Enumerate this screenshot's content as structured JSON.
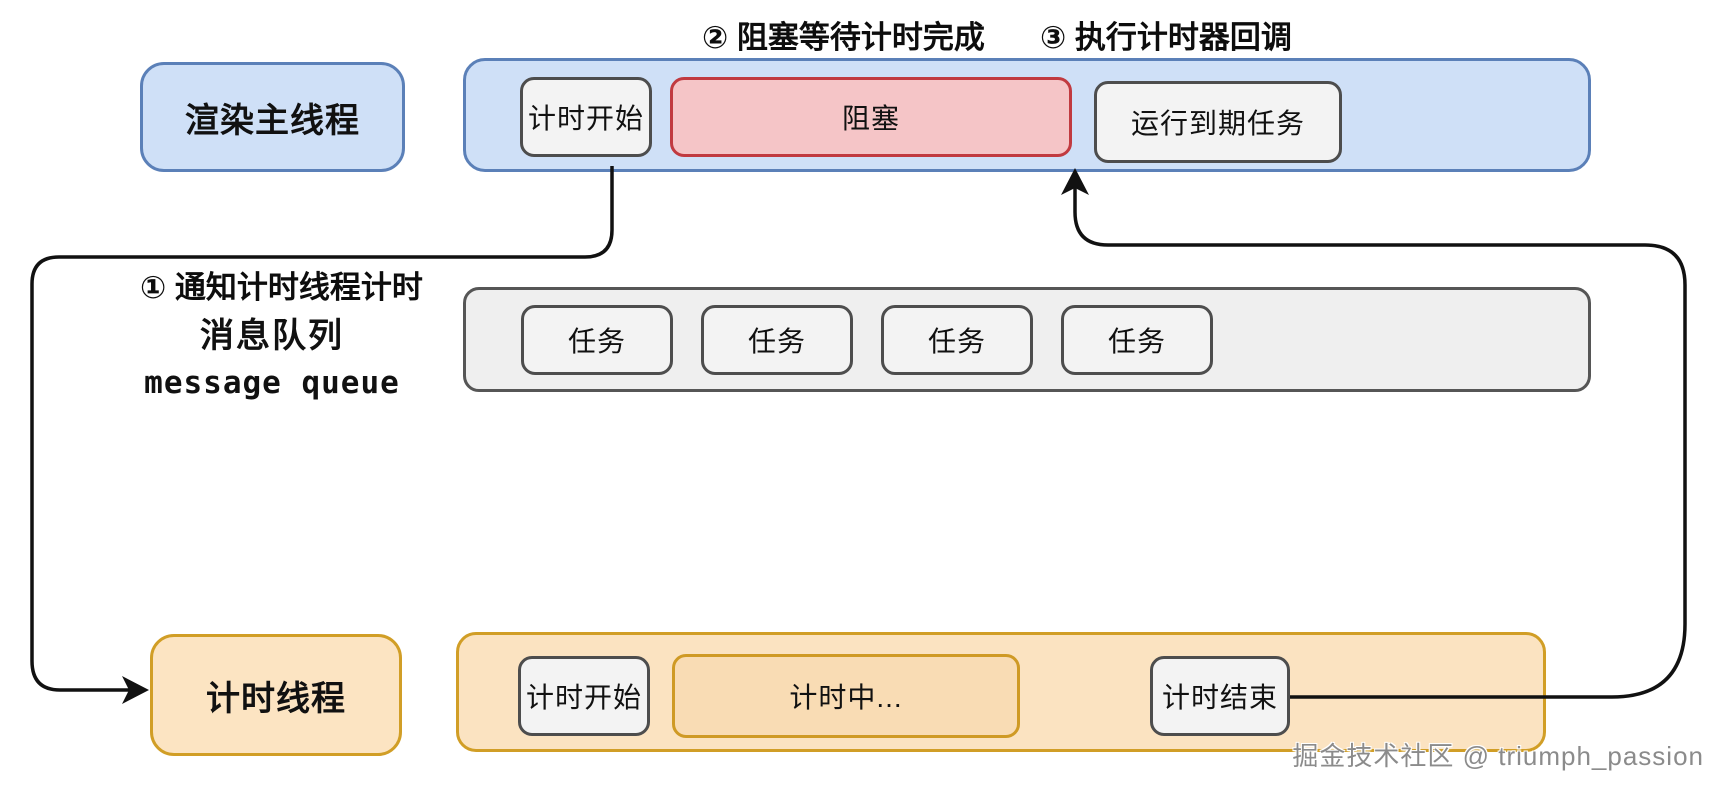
{
  "annotations": {
    "step1": "① 通知计时线程计时",
    "step2": "② 阻塞等待计时完成",
    "step3": "③ 执行计时器回调"
  },
  "render_thread": {
    "label": "渲染主线程",
    "timeline": [
      {
        "label": "计时开始",
        "type": "gray"
      },
      {
        "label": "阻塞",
        "type": "red"
      },
      {
        "label": "运行到期任务",
        "type": "gray"
      }
    ]
  },
  "message_queue": {
    "label_cn": "消息队列",
    "label_en": "message queue",
    "tasks": [
      {
        "label": "任务"
      },
      {
        "label": "任务"
      },
      {
        "label": "任务"
      },
      {
        "label": "任务"
      }
    ]
  },
  "timer_thread": {
    "label": "计时线程",
    "timeline": [
      {
        "label": "计时开始",
        "type": "gray"
      },
      {
        "label": "计时中...",
        "type": "orange"
      },
      {
        "label": "计时结束",
        "type": "gray"
      }
    ]
  },
  "watermark": "掘金技术社区 @ triumph_passion",
  "colors": {
    "blue_fill": "#cfe0f7",
    "blue_border": "#5b80b8",
    "red_fill": "#f5c5c7",
    "red_border": "#c13a40",
    "gray_fill": "#f3f3f3",
    "gray_border": "#4d4d4d",
    "orange_fill": "#fbe3c1",
    "orange_border": "#d19e26",
    "line": "#111111"
  }
}
